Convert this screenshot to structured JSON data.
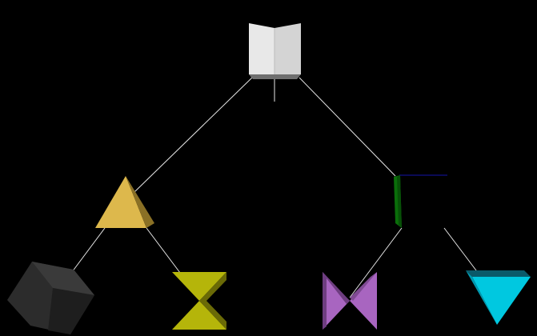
{
  "diagram": {
    "background": "#000000",
    "edge_color": "#e6e6e6",
    "nodes": [
      {
        "id": "root",
        "shape": "open-book",
        "color": "#e0e0e0",
        "icon": "open-book-icon"
      },
      {
        "id": "left",
        "shape": "pyramid",
        "color": "#ddb84c",
        "icon": "pyramid-icon"
      },
      {
        "id": "right",
        "shape": "thin-panel",
        "color": "#0a6e0a",
        "icon": "panel-icon"
      },
      {
        "id": "ll",
        "shape": "cube",
        "color": "#2e2e2e",
        "icon": "cube-icon"
      },
      {
        "id": "lr",
        "shape": "hourglass",
        "color": "#b5b50a",
        "icon": "hourglass-icon"
      },
      {
        "id": "rl",
        "shape": "bowtie",
        "color": "#a865c0",
        "icon": "bowtie-icon"
      },
      {
        "id": "rr",
        "shape": "inverted-cone",
        "color": "#00c8e0",
        "icon": "inverted-cone-icon"
      }
    ],
    "edges": [
      {
        "from": "root",
        "to": "left"
      },
      {
        "from": "root",
        "to": "right"
      },
      {
        "from": "left",
        "to": "ll"
      },
      {
        "from": "left",
        "to": "lr"
      },
      {
        "from": "right",
        "to": "rl"
      },
      {
        "from": "right",
        "to": "rr"
      }
    ]
  }
}
